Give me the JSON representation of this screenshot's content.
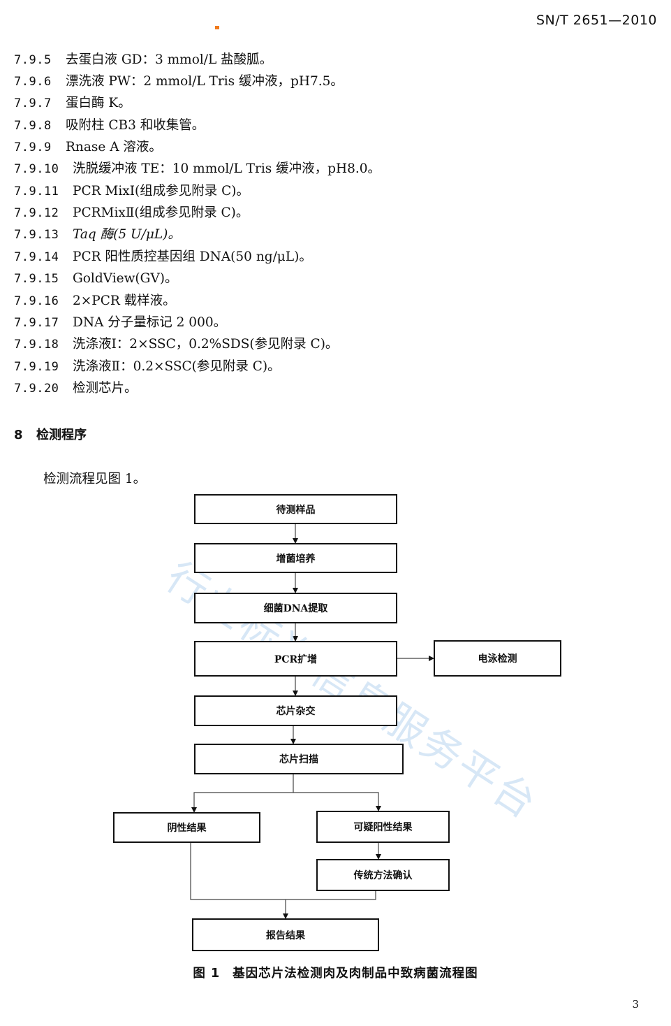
{
  "header": {
    "standard_no": "SN/T 2651—2010"
  },
  "items": [
    {
      "num": "7.9.5",
      "text": "去蛋白液 GD：3 mmol/L 盐酸胍。"
    },
    {
      "num": "7.9.6",
      "text": "漂洗液 PW：2 mmol/L Tris 缓冲液，pH7.5。"
    },
    {
      "num": "7.9.7",
      "text": "蛋白酶 K。"
    },
    {
      "num": "7.9.8",
      "text": "吸附柱 CB3 和收集管。"
    },
    {
      "num": "7.9.9",
      "text": "Rnase A 溶液。"
    },
    {
      "num": "7.9.10",
      "text": "洗脱缓冲液 TE：10 mmol/L Tris 缓冲液，pH8.0。"
    },
    {
      "num": "7.9.11",
      "text": "PCR MixⅠ(组成参见附录 C)。"
    },
    {
      "num": "7.9.12",
      "text": "PCRMixⅡ(组成参见附录 C)。"
    },
    {
      "num": "7.9.13",
      "text": "Taq 酶(5 U/μL)。"
    },
    {
      "num": "7.9.14",
      "text": "PCR 阳性质控基因组 DNA(50 ng/μL)。"
    },
    {
      "num": "7.9.15",
      "text": "GoldView(GV)。"
    },
    {
      "num": "7.9.16",
      "text": "2×PCR 载样液。"
    },
    {
      "num": "7.9.17",
      "text": "DNA 分子量标记 2 000。"
    },
    {
      "num": "7.9.18",
      "text": "洗涤液Ⅰ：2×SSC，0.2%SDS(参见附录 C)。"
    },
    {
      "num": "7.9.19",
      "text": "洗涤液Ⅱ：0.2×SSC(参见附录 C)。"
    },
    {
      "num": "7.9.20",
      "text": "检测芯片。"
    }
  ],
  "section": {
    "number": "8",
    "title": "检测程序"
  },
  "intro": "检测流程见图 1。",
  "flowchart": {
    "sample": "待测样品",
    "enrich": "增菌培养",
    "extract": "细菌DNA提取",
    "pcr": "PCR扩增",
    "electro": "电泳检测",
    "hybrid": "芯片杂交",
    "scan": "芯片扫描",
    "negative": "阴性结果",
    "suspect": "可疑阳性结果",
    "confirm": "传统方法确认",
    "report": "报告结果"
  },
  "caption": {
    "label": "图 1",
    "text": "基因芯片法检测肉及肉制品中致病菌流程图"
  },
  "page_number": "3",
  "watermark": "行业标准信息服务平台"
}
